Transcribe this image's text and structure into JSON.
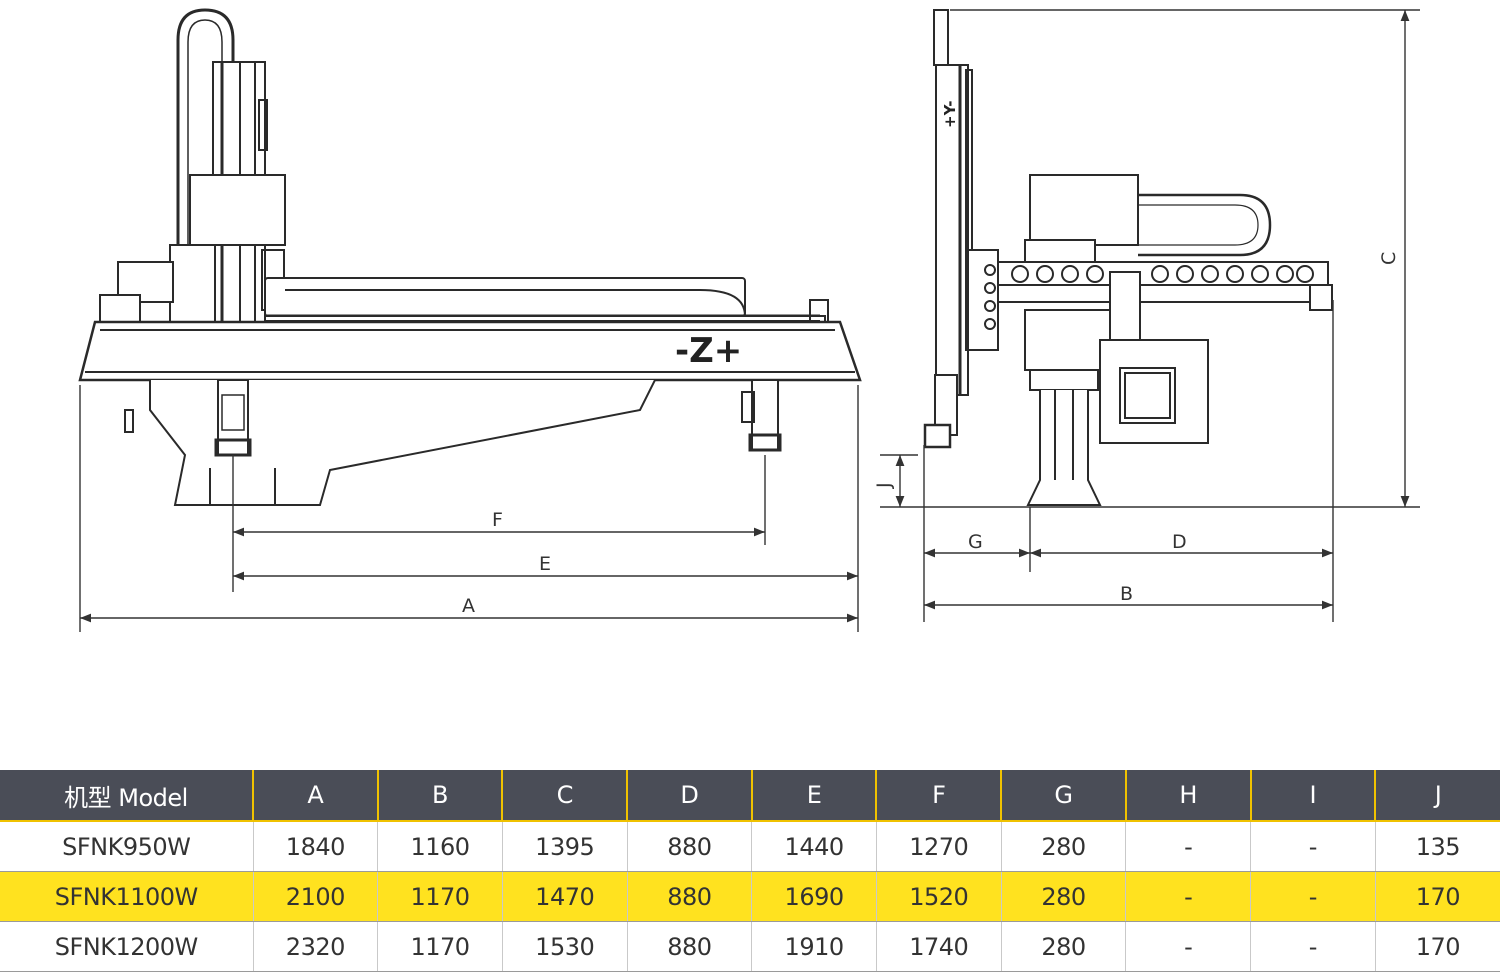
{
  "diagram": {
    "front_view": {
      "axis_label": "-Z+",
      "dimensions": [
        "F",
        "E",
        "A"
      ]
    },
    "side_view": {
      "axis_label": "+Y-",
      "dimensions": [
        "C",
        "J",
        "G",
        "D",
        "B"
      ]
    }
  },
  "spec_table": {
    "headers": [
      "机型 Model",
      "A",
      "B",
      "C",
      "D",
      "E",
      "F",
      "G",
      "H",
      "I",
      "J"
    ],
    "rows": [
      [
        "SFNK950W",
        "1840",
        "1160",
        "1395",
        "880",
        "1440",
        "1270",
        "280",
        "-",
        "-",
        "135"
      ],
      [
        "SFNK1100W",
        "2100",
        "1170",
        "1470",
        "880",
        "1690",
        "1520",
        "280",
        "-",
        "-",
        "170"
      ],
      [
        "SFNK1200W",
        "2320",
        "1170",
        "1530",
        "880",
        "1910",
        "1740",
        "280",
        "-",
        "-",
        "170"
      ]
    ],
    "highlight_row": 1,
    "colors": {
      "header_bg": "#4a4d57",
      "header_accent": "#f0c200",
      "highlight": "#ffe21f"
    }
  }
}
